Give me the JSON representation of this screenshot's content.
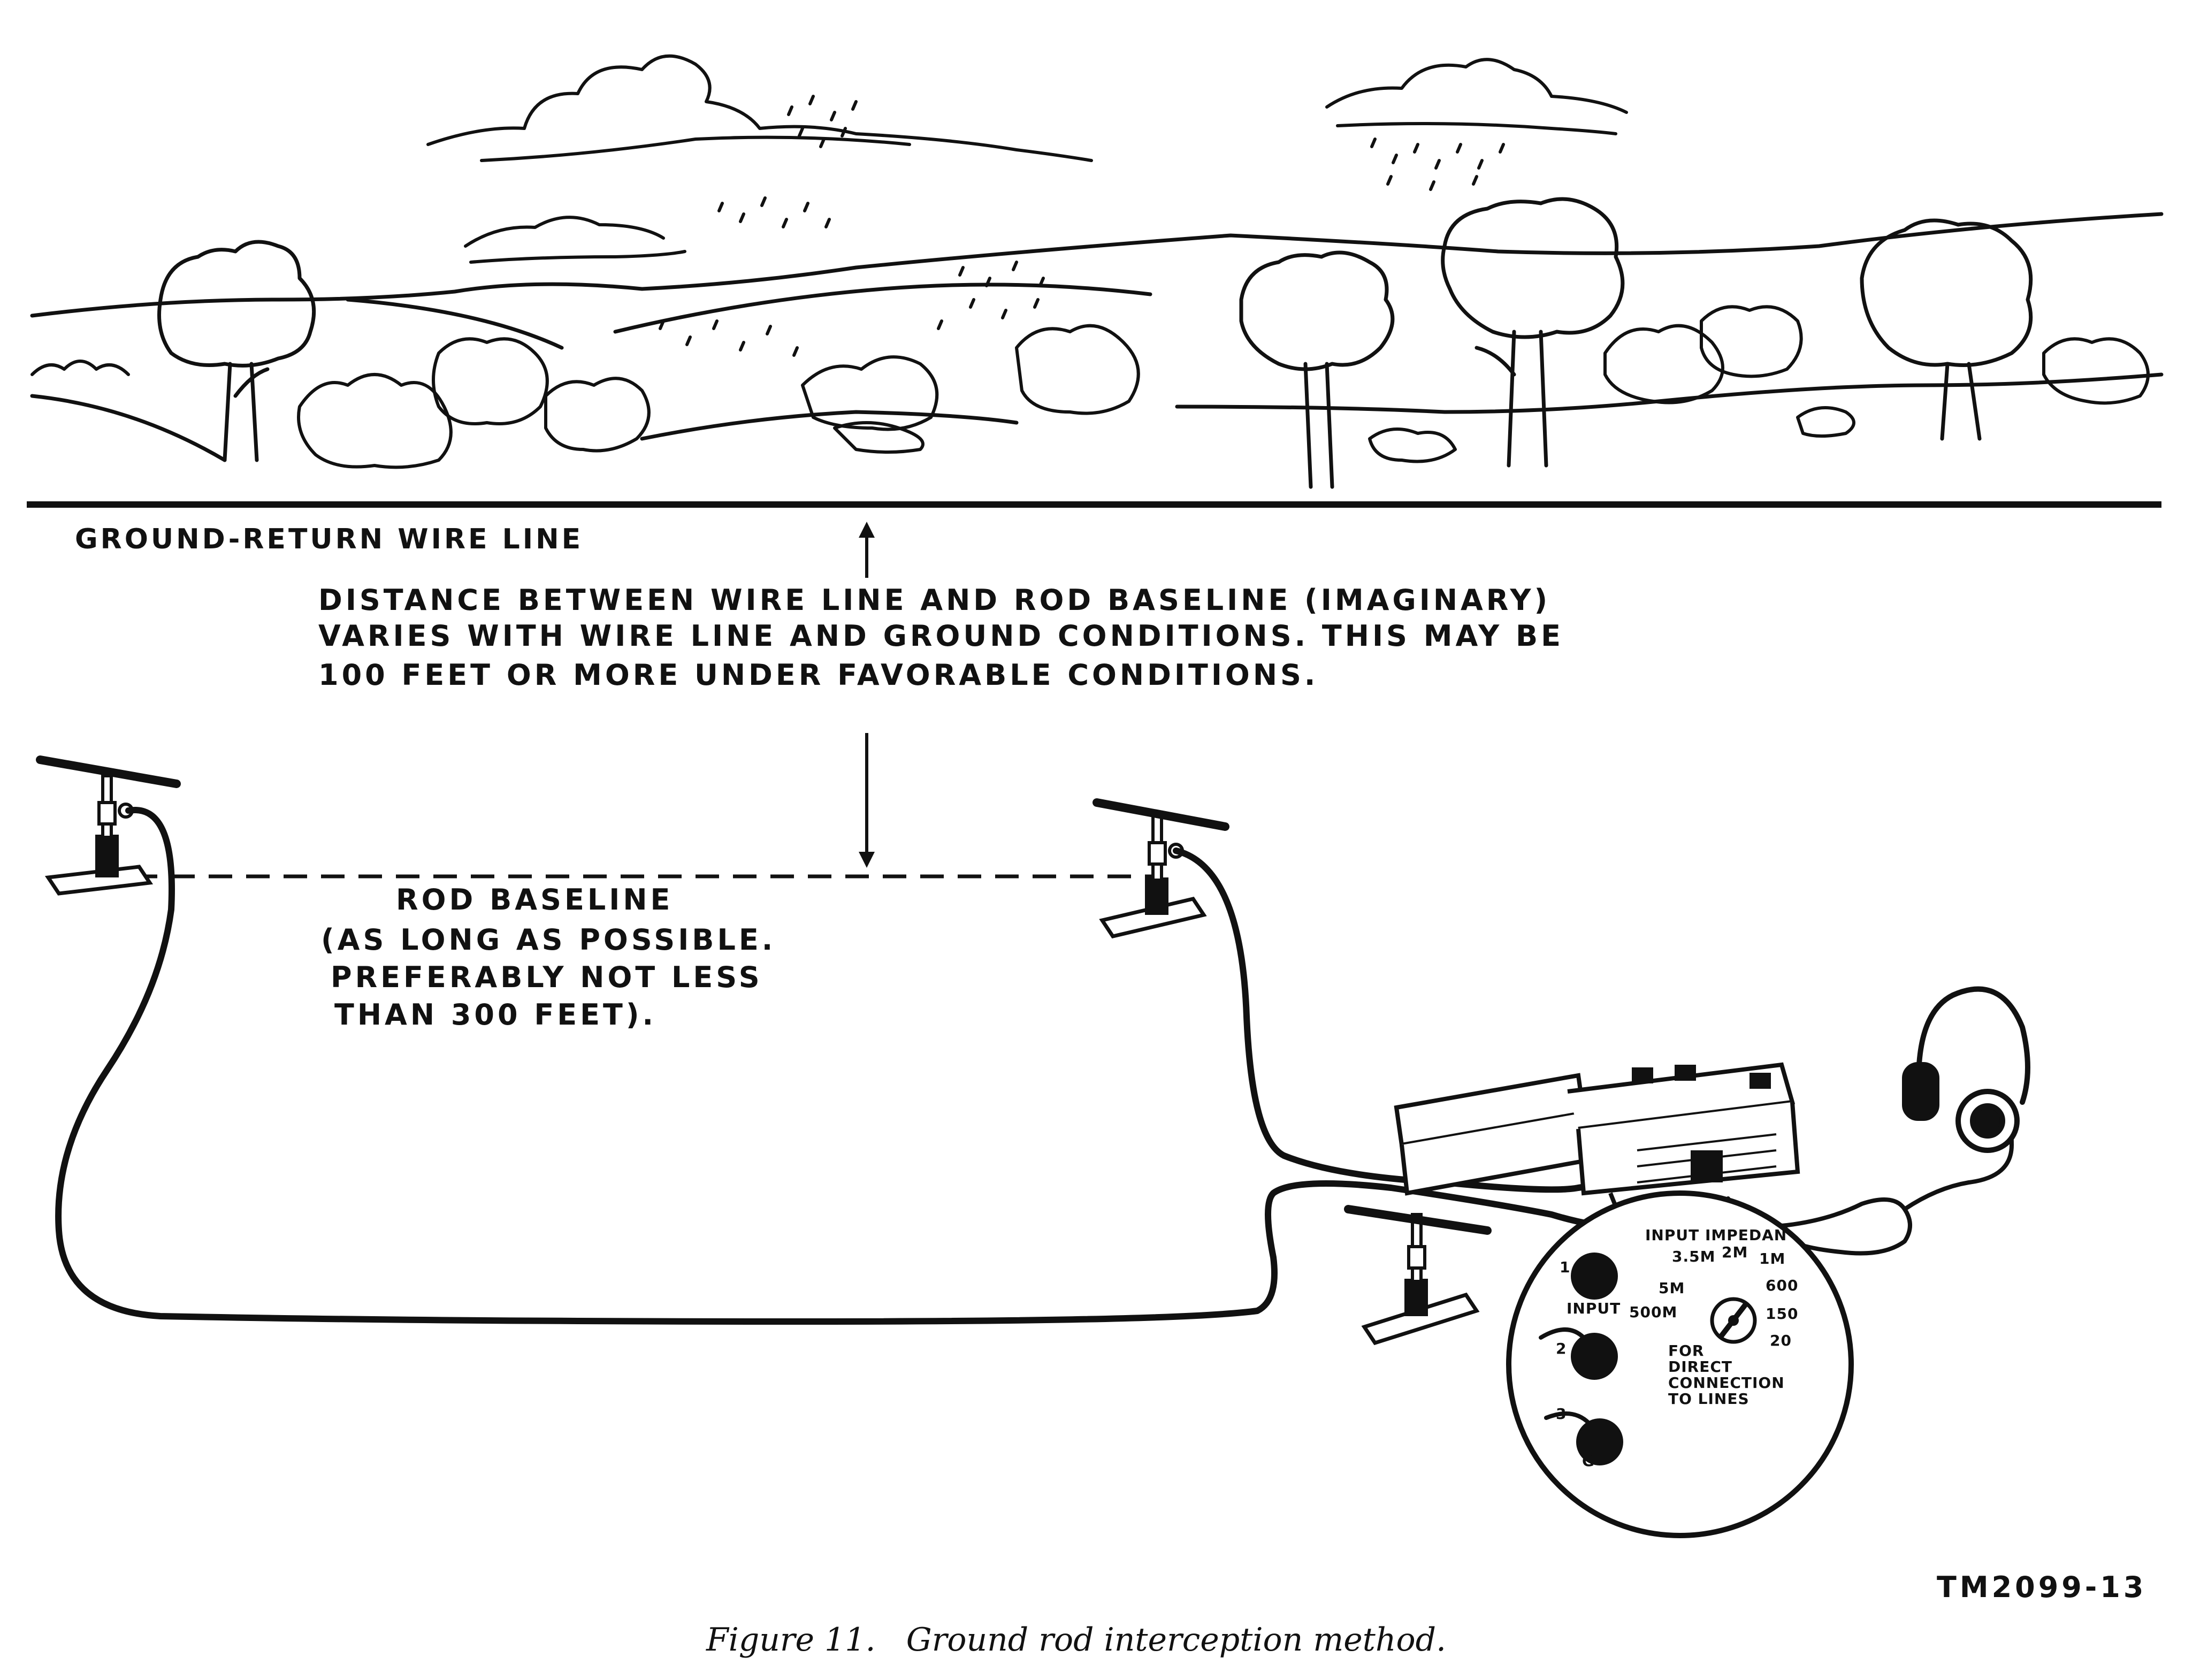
{
  "labels": {
    "wire_line": "GROUND-RETURN WIRE LINE",
    "distance_line1": "DISTANCE BETWEEN WIRE LINE AND ROD BASELINE (IMAGINARY)",
    "distance_line2": "VARIES WITH WIRE LINE AND GROUND CONDITIONS. THIS MAY BE",
    "distance_line3": "100 FEET OR MORE UNDER FAVORABLE CONDITIONS.",
    "baseline_title": "ROD BASELINE",
    "baseline_line2": "(AS LONG AS POSSIBLE.",
    "baseline_line3": "PREFERABLY NOT LESS",
    "baseline_line4": "THAN 300 FEET)."
  },
  "dial_panel": {
    "title": "INPUT IMPEDAN",
    "terminal_1": "1",
    "terminal_2": "2",
    "terminal_3": "3",
    "input_label": "INPUT",
    "ground_label": "G",
    "settings": {
      "s_3_5m": "3.5M",
      "s_2m": "2M",
      "s_1m": "1M",
      "s_5m": "5M",
      "s_600": "600",
      "s_500m": "500M",
      "s_150": "150",
      "s_20": "20"
    },
    "note_line1": "FOR",
    "note_line2": "DIRECT",
    "note_line3": "CONNECTION",
    "note_line4": "TO LINES"
  },
  "figure_id": "TM2099-13",
  "caption": "Figure 11.   Ground rod interception method."
}
